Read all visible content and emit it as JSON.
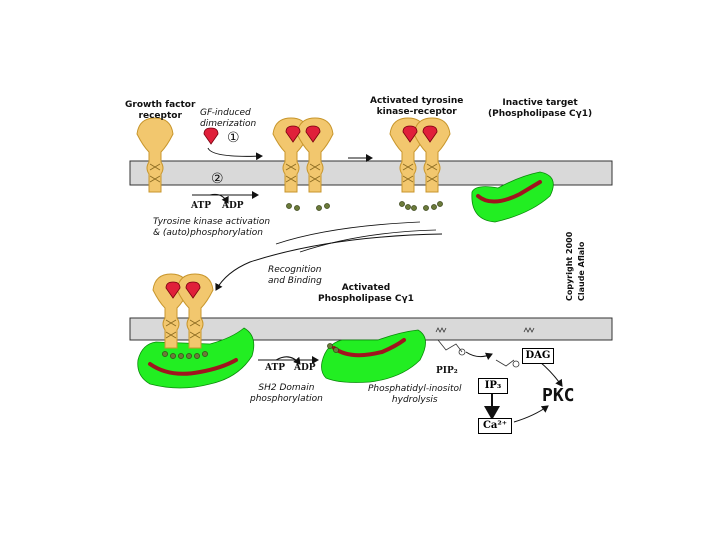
{
  "labels": {
    "growth_factor_receptor_line1": "Growth factor",
    "growth_factor_receptor_line2": "receptor",
    "gf_induced_line1": "GF-induced",
    "gf_induced_line2": "dimerization",
    "step1": "①",
    "step2": "②",
    "activated_receptor_line1": "Activated tyrosine",
    "activated_receptor_line2": "kinase-receptor",
    "inactive_target_line1": "Inactive target",
    "inactive_target_line2": "(Phospholipase Cγ1)",
    "atp_top": "ATP",
    "adp_top": "ADP",
    "tk_activation_line1": "Tyrosine kinase activation",
    "tk_activation_line2": "& (auto)phosphorylation",
    "recognition_line1": "Recognition",
    "recognition_line2": "and Binding",
    "activated_plc_line1": "Activated",
    "activated_plc_line2": "Phospholipase Cγ1",
    "copyright_line1": "Copyright 2000",
    "copyright_line2": "Claude Aflalo",
    "atp_bottom": "ATP",
    "adp_bottom": "ADP",
    "sh2_line1": "SH2 Domain",
    "sh2_line2": "phosphorylation",
    "pip2": "PIP₂",
    "pi_hydrolysis_line1": "Phosphatidyl-inositol",
    "pi_hydrolysis_line2": "hydrolysis",
    "dag": "DAG",
    "ip3": "IP₃",
    "ca": "Ca²⁺",
    "pkc": "PKC"
  },
  "colors": {
    "membrane": "#d9d9d9",
    "receptor": "#f2c76e",
    "receptor_stroke": "#c8962c",
    "ligand": "#e0203a",
    "plc": "#22ee22",
    "plc_domain": "#a0141e",
    "phosphate": "#6b7a3a"
  }
}
